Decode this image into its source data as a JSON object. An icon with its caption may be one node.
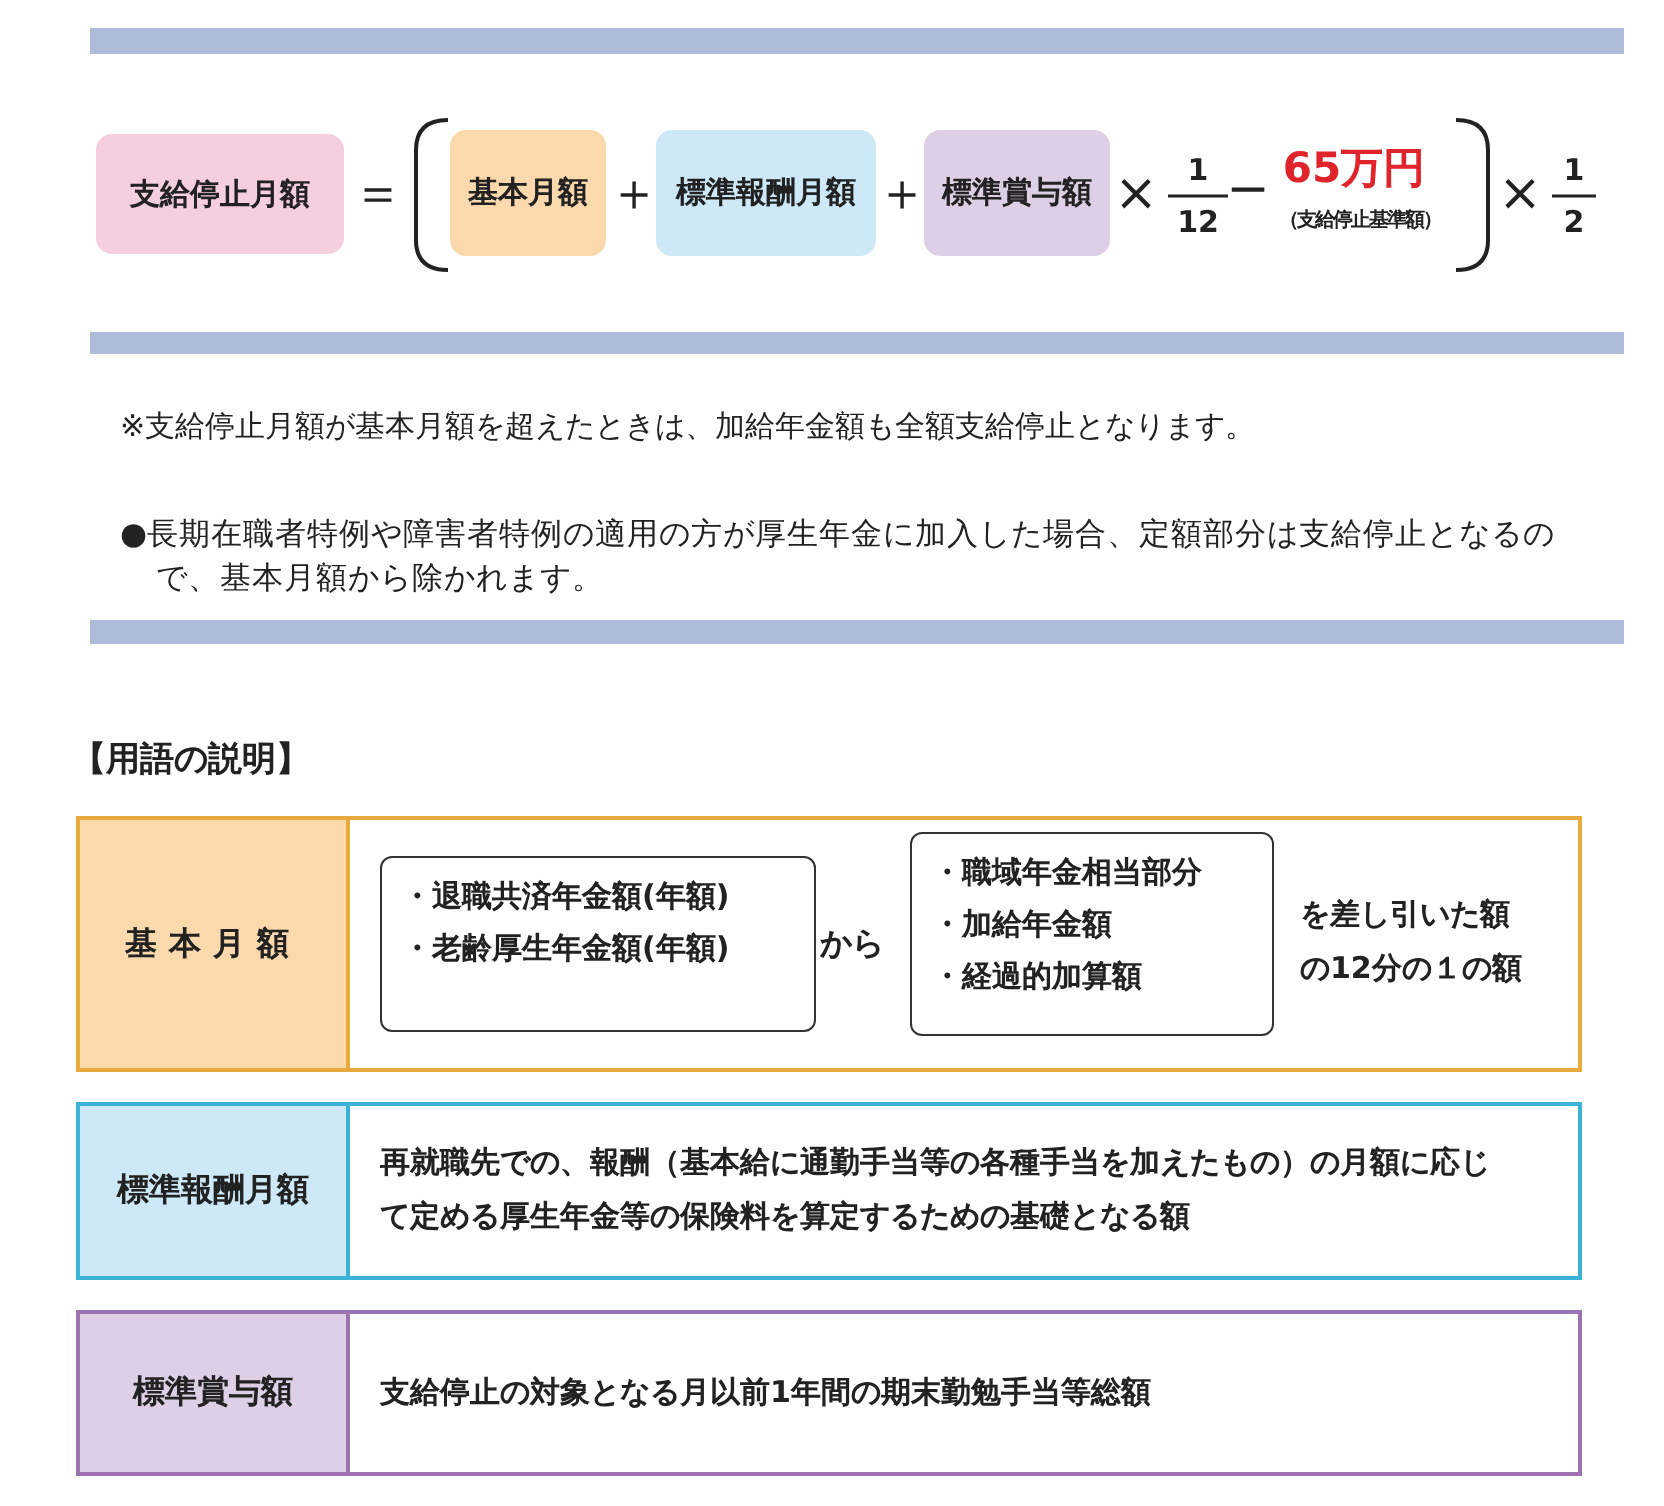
{
  "diagram": {
    "nodes": [
      {
        "text": [
          "支給停止月額"
        ]
      },
      {
        "text": [
          "基本月額"
        ]
      },
      {
        "text": [
          "標準報酬月額"
        ]
      },
      {
        "text": [
          "標準賞与額"
        ]
      },
      {
        "text": [
          "基本月額",
          "から",
          "を差し引いた額の12分の１の額"
        ]
      },
      {
        "text": [
          "・退職共済年金額(年額)",
          "・老齢厚生年金額(年額)"
        ],
        "in": 4
      },
      {
        "text": [
          "・職域年金相当部分",
          "・加給年金額",
          "・経過的加算額"
        ],
        "in": 4
      },
      {
        "text": [
          "標準報酬月額",
          "再就職先での、報酬（基本給に通勤手当等の各種手当を加えたもの）の月額に応じて定める厚生年金等の保険料を算定するための基礎となる額"
        ]
      },
      {
        "text": [
          "標準賞与額",
          "支給停止の対象となる月以前1年間の期末勤勉手当等総額"
        ]
      }
    ],
    "edges": [],
    "labels": [
      "＝",
      "＋",
      "＋",
      "×",
      "1",
      "12",
      "−",
      "65万円",
      "（支給停止基準額）",
      "×",
      "1",
      "2",
      "※支給停止月額が基本月額を超えたときは、加給年金額も全額支給停止となります。",
      "●長期在職者特例や障害者特例の適用の方が厚生年金に加入した場合、定額部分は支給停止となるので、基本月額から除かれます。",
      "【用語の説明】"
    ]
  }
}
